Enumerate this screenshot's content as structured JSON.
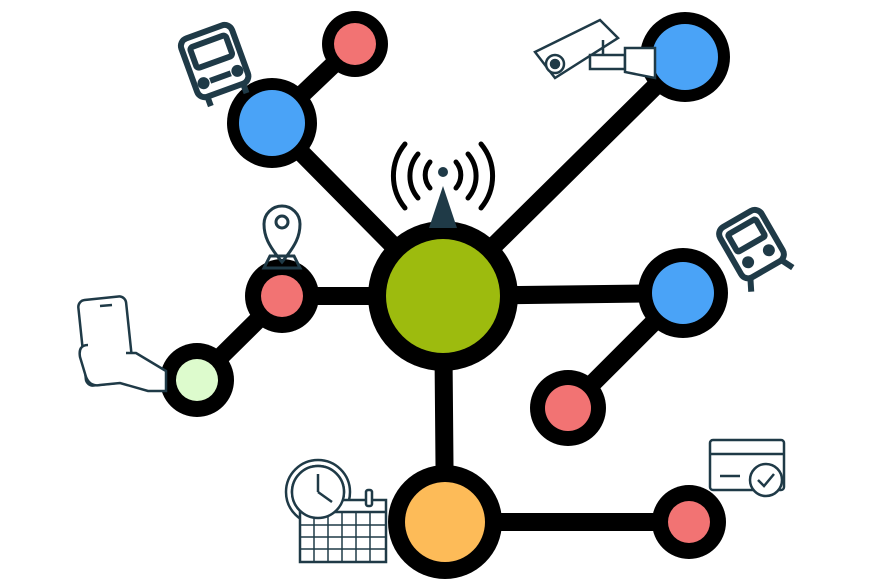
{
  "colors": {
    "hub": "#9dbb0e",
    "blue": "#4aa3f7",
    "red": "#f27373",
    "light_green": "#ddfbcd",
    "orange": "#fdbb58",
    "line": "#000000",
    "icon": "#1f3a47"
  },
  "nodes": [
    {
      "id": "hub",
      "color": "hub"
    },
    {
      "id": "bus-node",
      "color": "blue"
    },
    {
      "id": "bus-leaf",
      "color": "red"
    },
    {
      "id": "camera-node",
      "color": "blue"
    },
    {
      "id": "train-node",
      "color": "blue"
    },
    {
      "id": "train-leaf",
      "color": "red"
    },
    {
      "id": "location-node",
      "color": "red"
    },
    {
      "id": "phone-node",
      "color": "light_green"
    },
    {
      "id": "schedule-node",
      "color": "orange"
    },
    {
      "id": "payment-node",
      "color": "red"
    }
  ],
  "icons": [
    "wifi-antenna-icon",
    "bus-icon",
    "security-camera-icon",
    "train-icon",
    "location-pin-icon",
    "phone-in-hand-icon",
    "clock-icon",
    "calendar-icon",
    "credit-card-check-icon"
  ]
}
